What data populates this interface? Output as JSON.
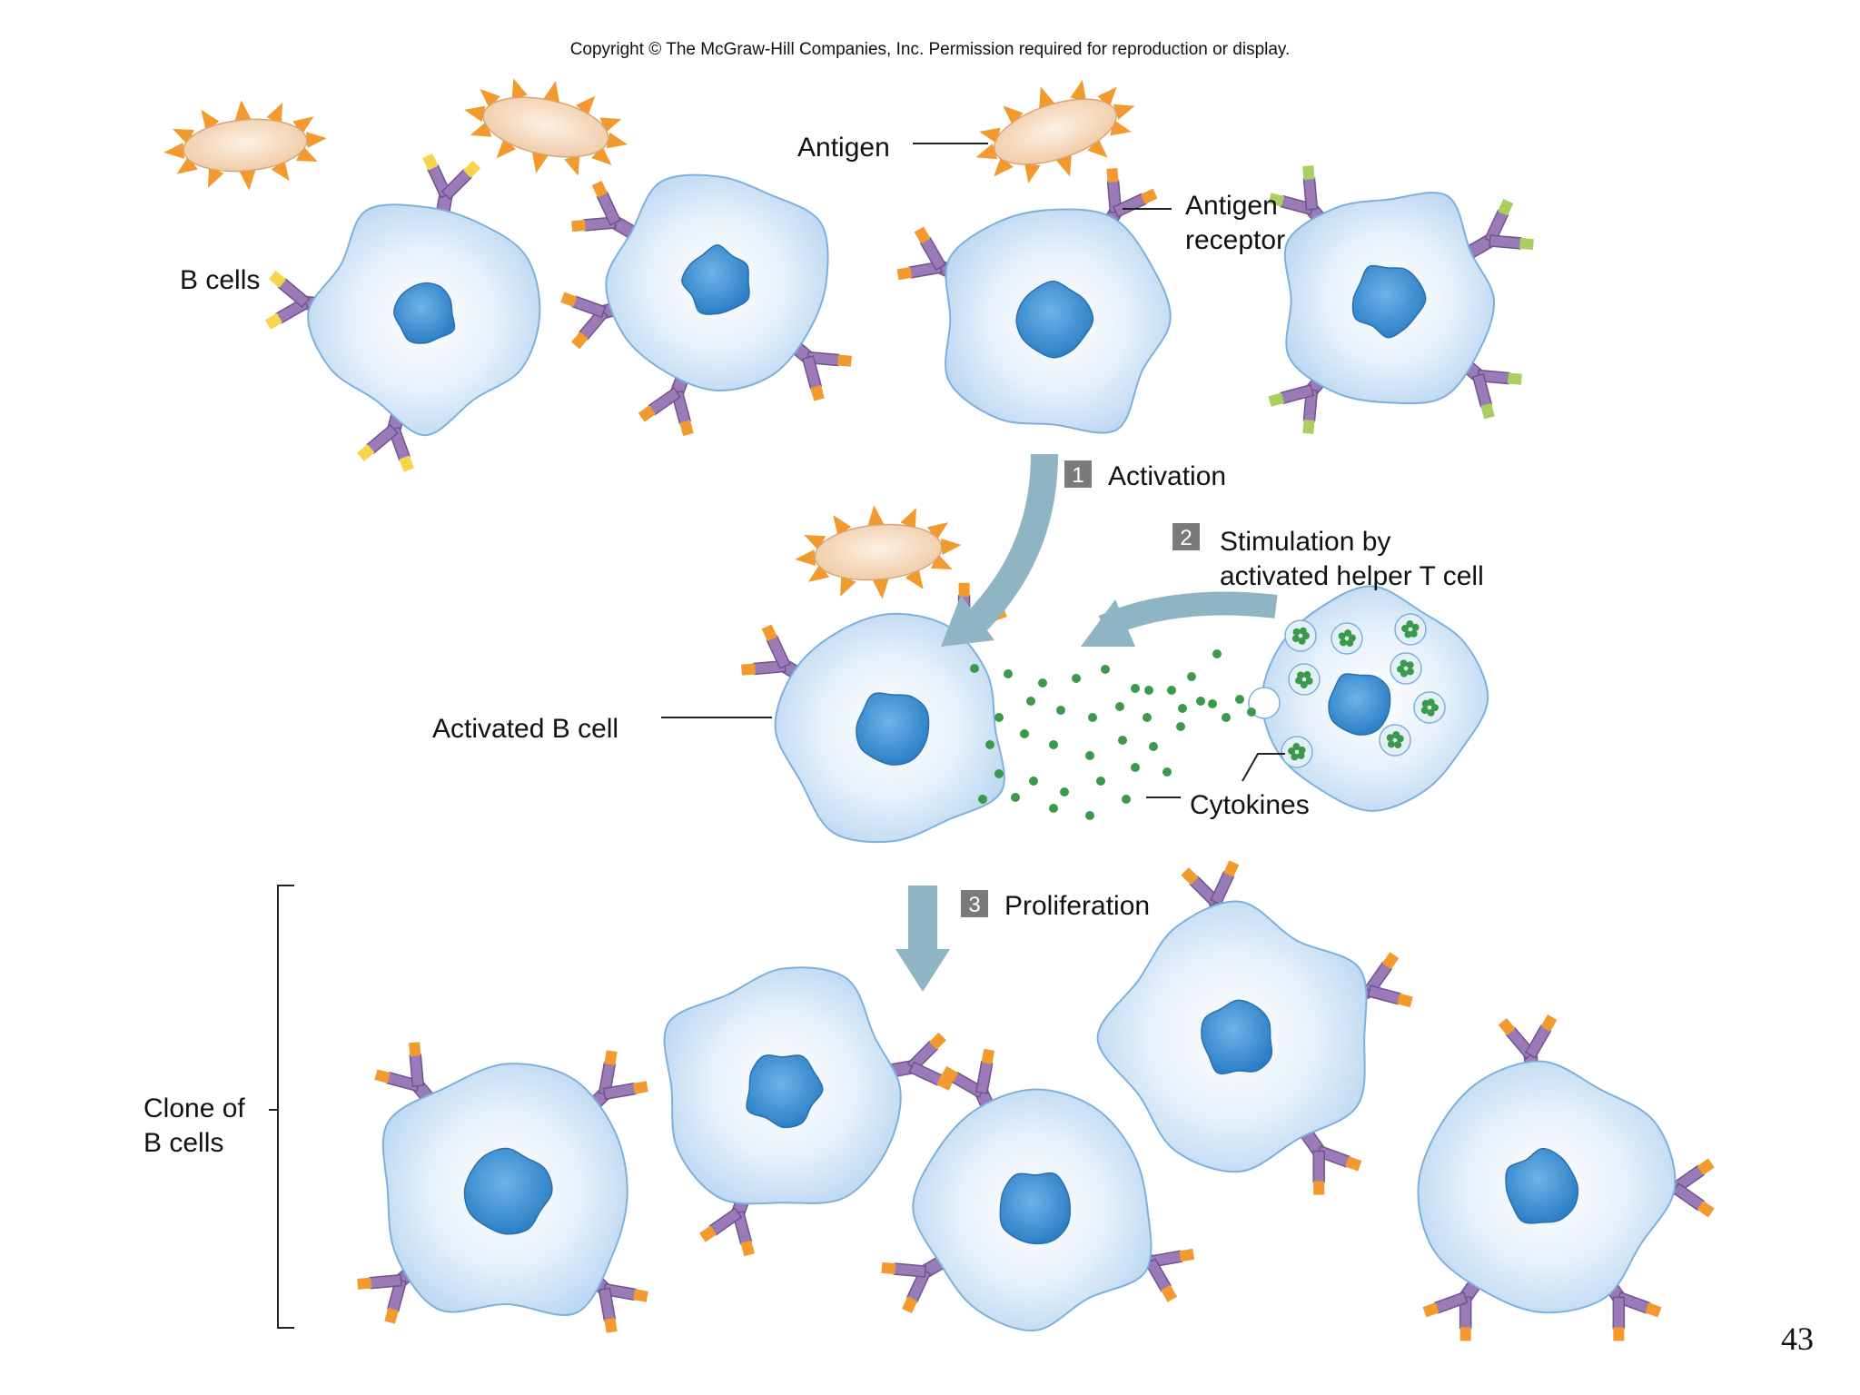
{
  "copyright": "Copyright © The McGraw-Hill Companies, Inc. Permission required for reproduction or display.",
  "labels": {
    "antigen": "Antigen",
    "antigen_receptor_line1": "Antigen",
    "antigen_receptor_line2": "receptor",
    "b_cells": "B cells",
    "activated_b_cell": "Activated B cell",
    "cytokines": "Cytokines",
    "clone_line1": "Clone of",
    "clone_line2": "B cells"
  },
  "steps": [
    {
      "number": "1",
      "text_line1": "Activation",
      "text_line2": ""
    },
    {
      "number": "2",
      "text_line1": "Stimulation by",
      "text_line2": "activated helper T cell"
    },
    {
      "number": "3",
      "text_line1": "Proliferation",
      "text_line2": ""
    }
  ],
  "page_number": "43",
  "colors": {
    "cell_fill": "#cfe3f7",
    "cell_edge": "#7fb0dc",
    "nucleus": "#3a8fd4",
    "receptor": "#9b7ab8",
    "tip_orange": "#f29a2e",
    "tip_yellow": "#f7d44a",
    "tip_green": "#a9cf5e",
    "antigen_body": "#f6dcc0",
    "antigen_spike": "#f29a2e",
    "arrow": "#8fb4c3",
    "cytokine": "#3a9a4a",
    "step_badge": "#7a7a7a"
  }
}
